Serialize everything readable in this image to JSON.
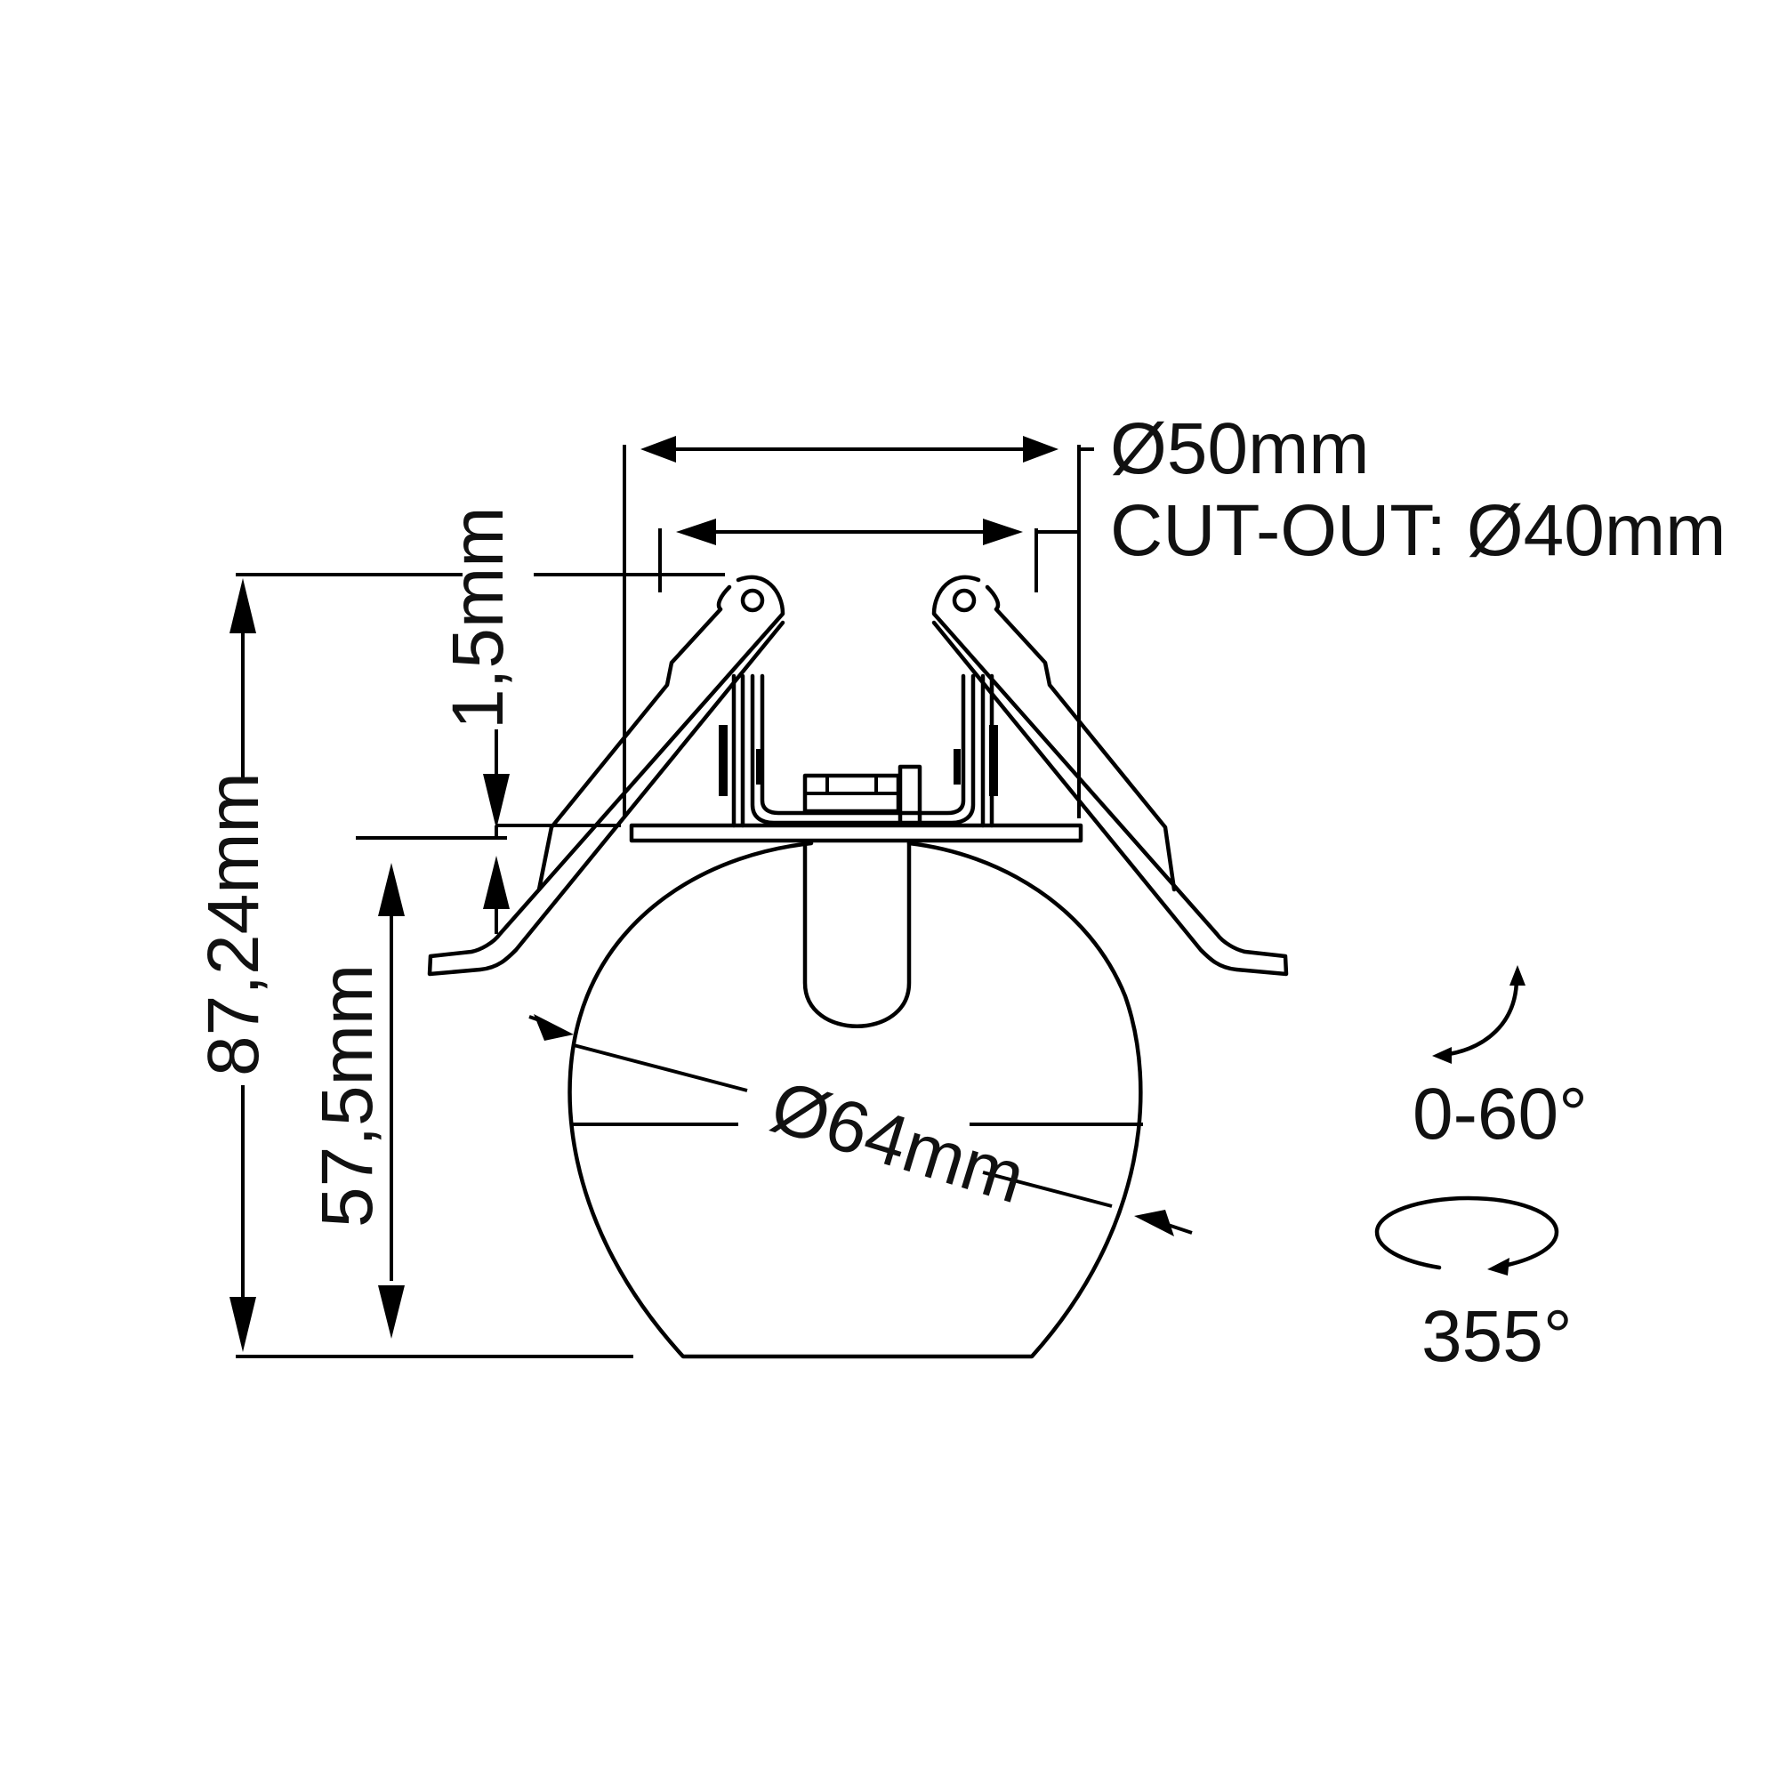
{
  "drawing": {
    "subject": "Recessed adjustable spherical downlight with spring clips",
    "background_color": "#ffffff",
    "line_color": "#000000"
  },
  "dimensions": {
    "outer_diameter": "Ø50mm",
    "cutout": "CUT-OUT: Ø40mm",
    "overall_height": "87,24mm",
    "sphere_height": "57,5mm",
    "trim_thickness": "1,5mm",
    "sphere_diameter": "Ø64mm"
  },
  "adjustments": {
    "tilt_label": "0-60°",
    "tilt_icon": "curved-double-arrow-icon",
    "rotation_label": "355°",
    "rotation_icon": "rotation-ellipse-arrow-icon"
  }
}
